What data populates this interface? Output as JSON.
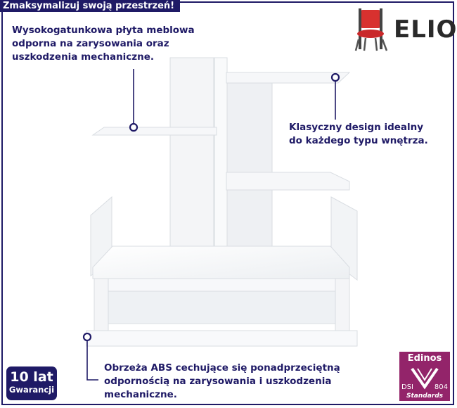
{
  "headline": "Zmaksymalizuj swoją przestrzeń!",
  "brand": {
    "name": "ELIOR"
  },
  "callouts": {
    "top_left": [
      "Wysokogatunkowa płyta meblowa",
      "odporna na zarysowania oraz",
      "uszkodzenia mechaniczne."
    ],
    "right": [
      "Klasyczny design idealny",
      "do każdego typu wnętrza."
    ],
    "bottom": [
      "Obrzeża ABS cechujące się ponadprzeciętną",
      "odpornością na zarysowania i uszkodzenia",
      "mechaniczne."
    ]
  },
  "warranty": {
    "years": "10 lat",
    "label": "Gwarancji"
  },
  "certificate": {
    "name": "Edinos",
    "code_left": "DSI",
    "code_right": "804",
    "label": "Standards"
  },
  "colors": {
    "accent": "#1f1a66",
    "certificate": "#93246a",
    "chair": "#d8312f"
  }
}
